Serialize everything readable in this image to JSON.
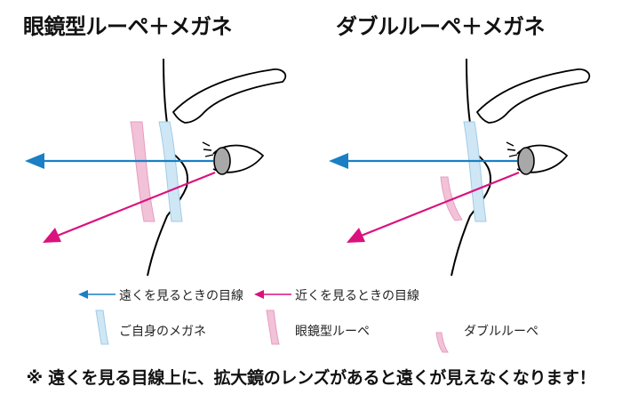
{
  "titles": {
    "left": "眼鏡型ルーペ＋メガネ",
    "right": "ダブルルーペ＋メガネ"
  },
  "legend": {
    "far_gaze": "遠くを見るときの目線",
    "near_gaze": "近くを見るときの目線",
    "own_glasses": "ご自身のメガネ",
    "glasses_type_loupe": "眼鏡型ルーペ",
    "double_loupe": "ダブルルーペ"
  },
  "note": "※ 遠くを見る目線上に、拡大鏡のレンズがあると遠くが見えなくなります！",
  "colors": {
    "far_gaze_arrow": "#1a7fc4",
    "near_gaze_arrow": "#d9127e",
    "glasses_lens_fill": "#cfe7f5",
    "glasses_lens_stroke": "#9fcbe6",
    "loupe_lens_fill": "#f2c2d8",
    "loupe_lens_stroke": "#e79cbf",
    "iris": "#a8a8a8"
  }
}
